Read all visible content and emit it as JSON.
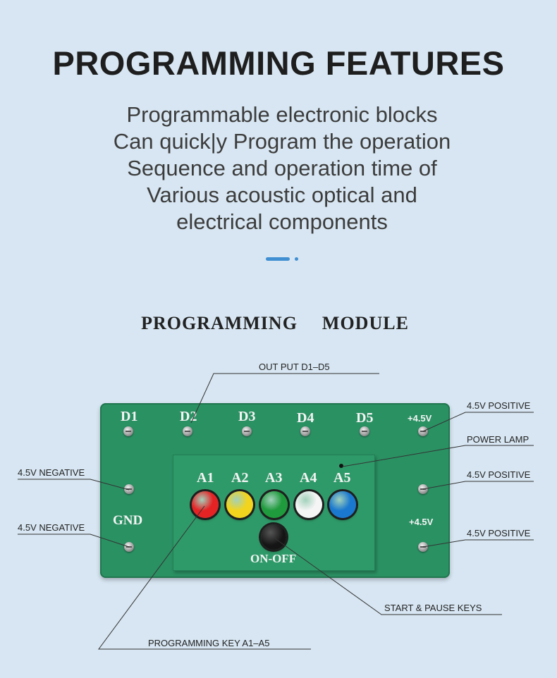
{
  "header": {
    "title": "PROGRAMMING FEATURES",
    "description_lines": [
      "Programmable electronic blocks",
      "Can quick|y Program the operation",
      "Sequence and operation time of",
      "Various acoustic optical and",
      "electrical components"
    ],
    "accent_color": "#3f8fd2"
  },
  "module": {
    "title": "PROGRAMMING  MODULE",
    "board_color": "#2a9163",
    "outputs": [
      "D1",
      "D2",
      "D3",
      "D4",
      "D5"
    ],
    "positive_label": "+4.5V",
    "gnd_label": "GND",
    "keys": [
      {
        "label": "A1",
        "color": "#e52325"
      },
      {
        "label": "A2",
        "color": "#f2d41e"
      },
      {
        "label": "A3",
        "color": "#1f9a3c"
      },
      {
        "label": "A4",
        "color": "#f5f5f5"
      },
      {
        "label": "A5",
        "color": "#1a78cf"
      }
    ],
    "onoff_label": "ON-OFF",
    "onoff_color": "#151515"
  },
  "callouts": {
    "output": "OUT PUT D1–D5",
    "positive_top": "4.5V POSITIVE",
    "power_lamp": "POWER LAMP",
    "negative_top": "4.5V NEGATIVE",
    "positive_mid": "4.5V POSITIVE",
    "negative_bottom": "4.5V NEGATIVE",
    "positive_bottom": "4.5V POSITIVE",
    "start_pause": "START & PAUSE KEYS",
    "programming_key": "PROGRAMMING KEY A1–A5"
  }
}
